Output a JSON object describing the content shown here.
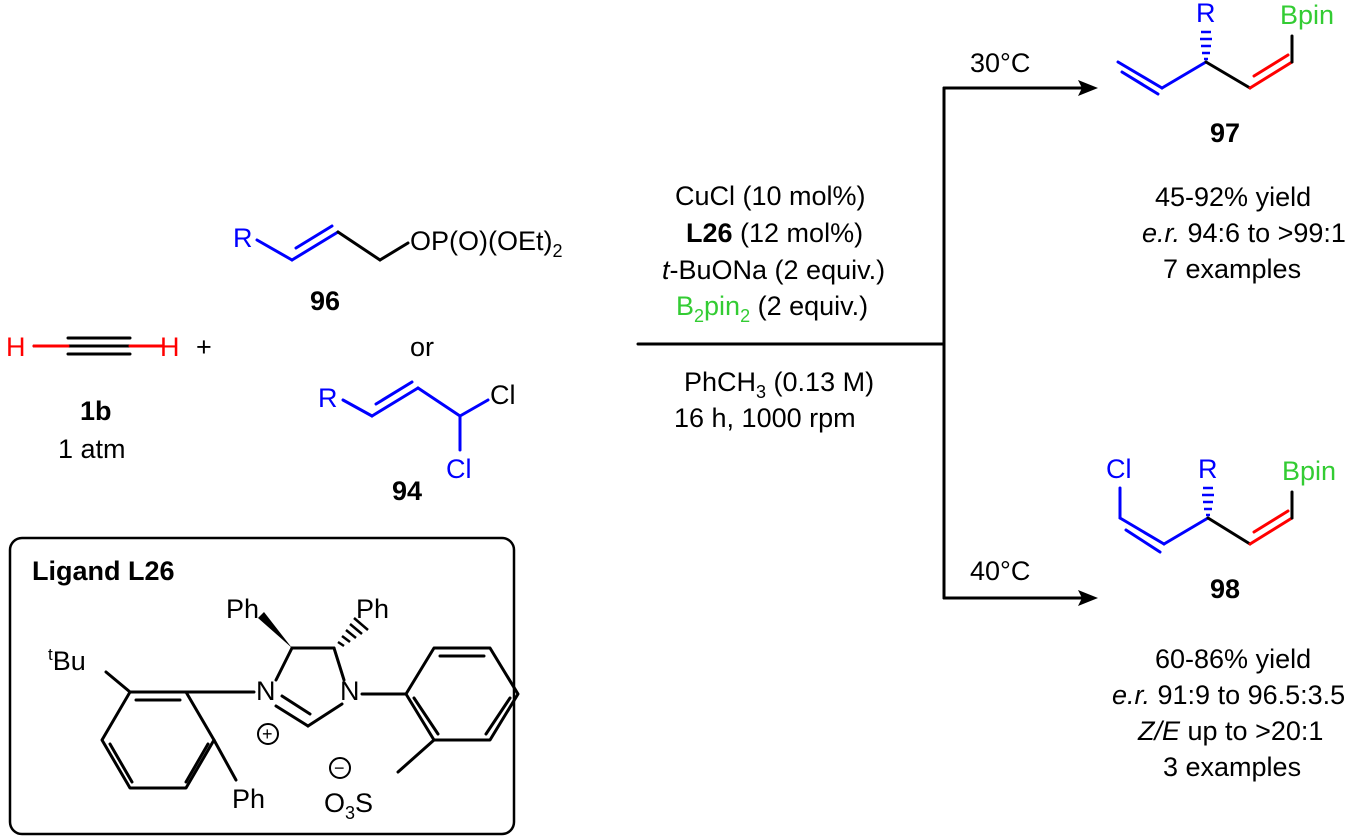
{
  "reagent_1b": {
    "h_left": "H",
    "h_right": "H",
    "plus": "+",
    "label": "1b",
    "pressure": "1 atm"
  },
  "substrate_96": {
    "r": "R",
    "group": "OP(O)(OEt)",
    "group_sub": "2",
    "label": "96"
  },
  "or": "or",
  "substrate_94": {
    "r": "R",
    "cl1": "Cl",
    "cl2": "Cl",
    "label": "94"
  },
  "conditions": {
    "catalyst": "CuCl (10 mol%)",
    "ligand_bold": "L26",
    "ligand_rest": " (12 mol%)",
    "base_italic": "t",
    "base_rest": "-BuONa (2 equiv.)",
    "boron_a": "B",
    "boron_sub1": "2",
    "boron_b": "pin",
    "boron_sub2": "2",
    "boron_rest": " (2 equiv.)",
    "solvent_a": "PhCH",
    "solvent_sub": "3",
    "solvent_b": " (0.13 M)",
    "time": "16 h, 1000 rpm"
  },
  "branch_top": {
    "temp": "30°C",
    "r": "R",
    "bpin": "Bpin",
    "label": "97",
    "yield": "45-92% yield",
    "er_italic": "e.r.",
    "er_rest": " 94:6 to >99:1",
    "examples": "7 examples"
  },
  "branch_bottom": {
    "temp": "40°C",
    "cl": "Cl",
    "r": "R",
    "bpin": "Bpin",
    "label": "98",
    "yield": "60-86% yield",
    "er_italic": "e.r.",
    "er_rest": " 91:9 to 96.5:3.5",
    "ze_italic": "Z/E",
    "ze_rest": " up to >20:1",
    "examples": "3 examples"
  },
  "ligand": {
    "title": "Ligand L26",
    "ph1": "Ph",
    "ph2": "Ph",
    "ph3": "Ph",
    "tbu_sup": "t",
    "tbu": "Bu",
    "n1": "N",
    "n2": "N",
    "plus": "+",
    "minus": "−",
    "so3_a": "O",
    "so3_sub": "3",
    "so3_b": "S"
  },
  "colors": {
    "blue": "#0000ff",
    "red": "#ff0000",
    "green": "#33cc33",
    "black": "#000000"
  }
}
